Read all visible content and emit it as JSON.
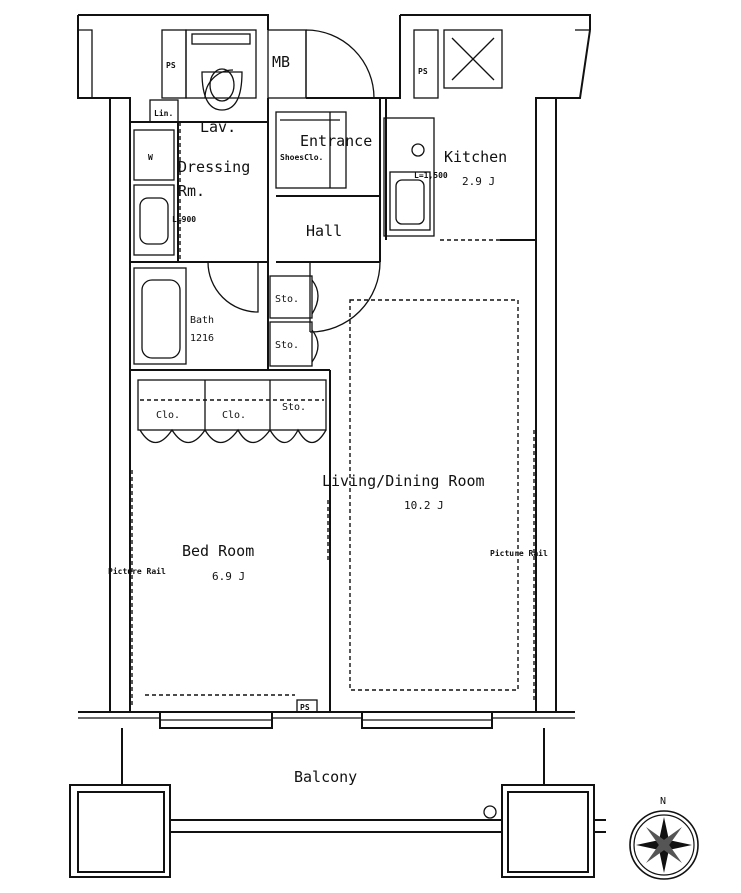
{
  "rooms": {
    "lav": "Lav.",
    "mb": "MB",
    "entrance": "Entrance",
    "shoes_closet": "ShoesClo.",
    "kitchen": "Kitchen",
    "kitchen_area": "2.9 J",
    "dressing_line1": "Dressing",
    "dressing_line2": "Rm.",
    "hall": "Hall",
    "bath_line1": "Bath",
    "bath_line2": "1216",
    "storage_1": "Sto.",
    "storage_2": "Sto.",
    "closet_1": "Clo.",
    "closet_2": "Clo.",
    "storage_3": "Sto.",
    "living": "Living/Dining Room",
    "living_area": "10.2 J",
    "bed": "Bed Room",
    "bed_area": "6.9 J",
    "picture_rail_left": "Picture Rail",
    "picture_rail_right": "Picture Rail",
    "balcony": "Balcony",
    "ps_1": "PS",
    "ps_2": "PS",
    "ps_3": "PS",
    "lin": "Lin.",
    "wm": "W",
    "fridge": "L=1,500",
    "dressing_unit": "L=900",
    "compass_n": "N"
  }
}
